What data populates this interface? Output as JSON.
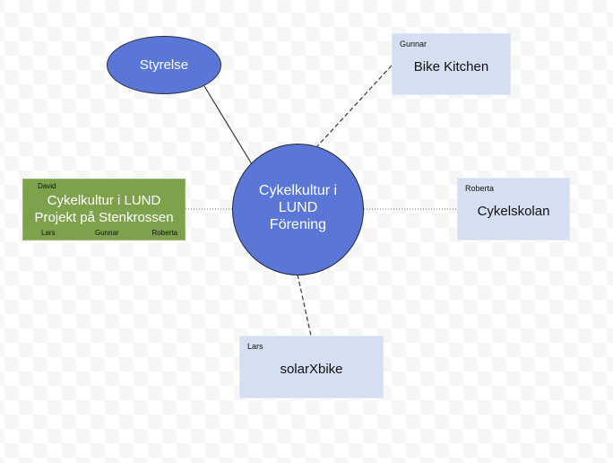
{
  "diagram": {
    "center": {
      "lines": [
        "Cykelkultur i",
        "LUND",
        "Förening"
      ],
      "fill": "#5a76d6"
    },
    "board": {
      "label": "Styrelse",
      "fill": "#5a76d6",
      "connector": "solid"
    },
    "projects": [
      {
        "id": "bike-kitchen",
        "title": "Bike Kitchen",
        "owner": "Gunnar",
        "fill": "#d4dff2",
        "connector": "dashed"
      },
      {
        "id": "cykelskolan",
        "title": "Cykelskolan",
        "owner": "Roberta",
        "fill": "#d4dff2",
        "connector": "dotted"
      },
      {
        "id": "solarxbike",
        "title": "solarXbike",
        "owner": "Lars",
        "fill": "#d4dff2",
        "connector": "dashed"
      }
    ],
    "main_project": {
      "title_lines": [
        "Cykelkultur i LUND",
        "Projekt på Stenkrossen"
      ],
      "owner": "David",
      "members": [
        "Lars",
        "Gunnar",
        "Roberta"
      ],
      "fill": "#7ea24c",
      "connector": "dotted"
    }
  }
}
